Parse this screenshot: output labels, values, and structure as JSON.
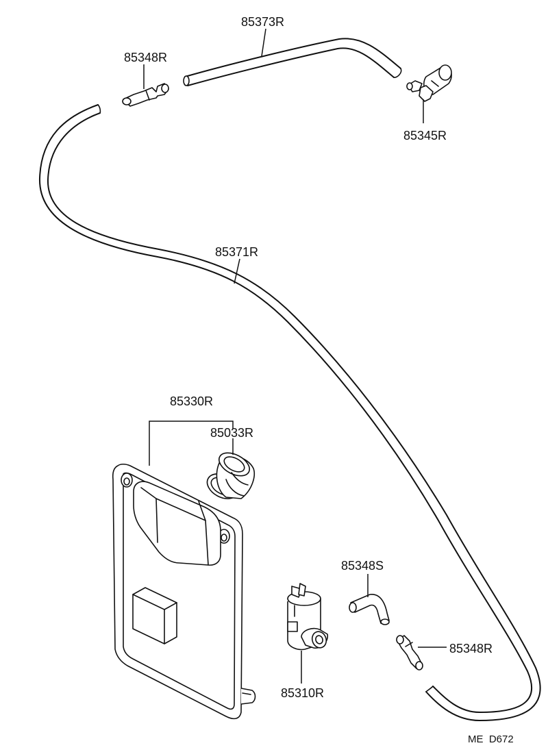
{
  "labels": {
    "hose_upper": "85373R",
    "joint_top_left": "85348R",
    "nozzle": "85345R",
    "hose_main": "85371R",
    "tank": "85330R",
    "cap": "85033R",
    "elbow": "85348S",
    "joint_bottom_right": "85348R",
    "pump": "85310R"
  },
  "diagram_code": "ME  D672",
  "colors": {
    "ink": "#111111",
    "paper": "#ffffff"
  }
}
